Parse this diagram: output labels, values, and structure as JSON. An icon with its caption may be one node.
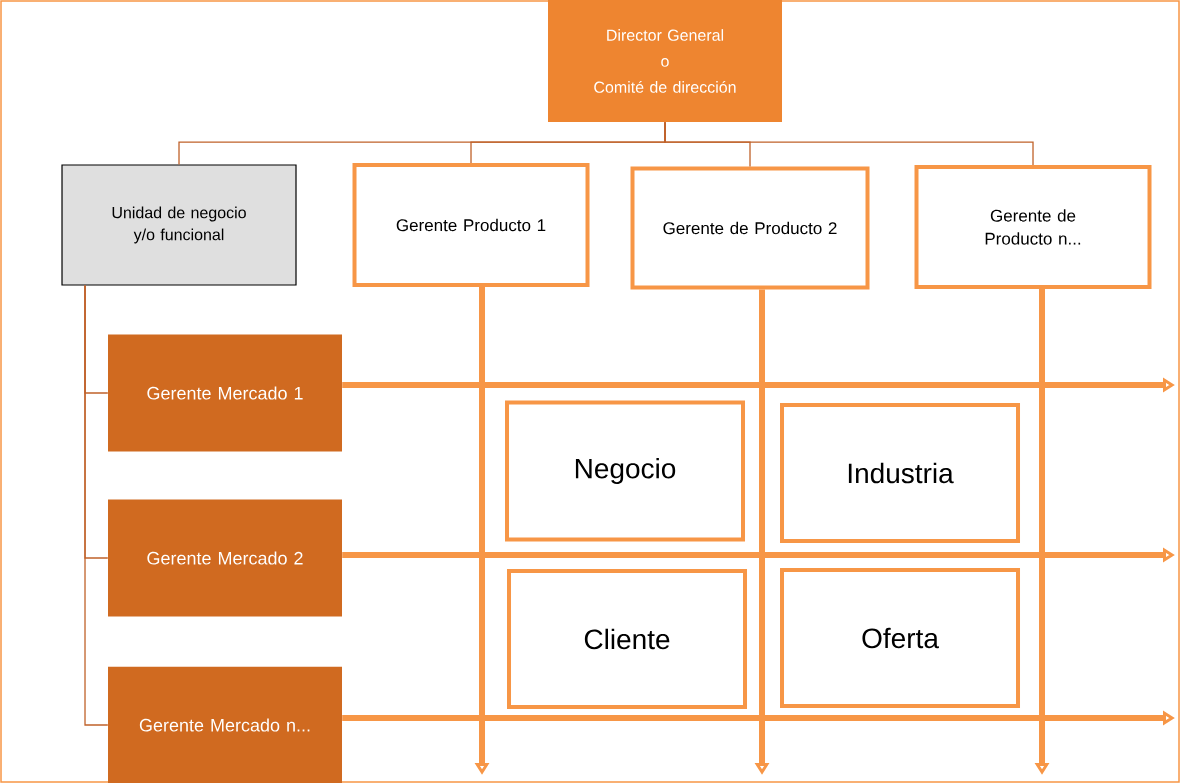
{
  "diagram": {
    "nodes": [
      {
        "text": [
          "Director General",
          "o",
          "Comité de dirección"
        ]
      },
      {
        "text": [
          "Unidad de negocio y/o funcional"
        ]
      },
      {
        "text": [
          "Gerente Producto 1"
        ]
      },
      {
        "text": [
          "Gerente de Producto 2"
        ]
      },
      {
        "text": [
          "Gerente de Producto n..."
        ]
      },
      {
        "text": [
          "Gerente Mercado 1"
        ]
      },
      {
        "text": [
          "Gerente Mercado 2"
        ]
      },
      {
        "text": [
          "Gerente Mercado n..."
        ]
      },
      {
        "text": [
          "Negocio"
        ]
      },
      {
        "text": [
          "Industria"
        ]
      },
      {
        "text": [
          "Cliente"
        ]
      },
      {
        "text": [
          "Oferta"
        ]
      }
    ],
    "edges": [
      {
        "from": 0,
        "to": 1,
        "arrow": "none"
      },
      {
        "from": 0,
        "to": 2,
        "arrow": "none"
      },
      {
        "from": 0,
        "to": 3,
        "arrow": "none"
      },
      {
        "from": 0,
        "to": 4,
        "arrow": "none"
      },
      {
        "from": 1,
        "to": 5,
        "arrow": "none"
      },
      {
        "from": 1,
        "to": 6,
        "arrow": "none"
      },
      {
        "from": 1,
        "to": 7,
        "arrow": "none"
      },
      {
        "from": 2,
        "to": null,
        "arrow": "to",
        "style": "thick",
        "color": "#f79646"
      },
      {
        "from": 3,
        "to": null,
        "arrow": "to",
        "style": "thick",
        "color": "#f79646"
      },
      {
        "from": 4,
        "to": null,
        "arrow": "to",
        "style": "thick",
        "color": "#f79646"
      },
      {
        "from": 5,
        "to": null,
        "arrow": "to",
        "style": "thick",
        "color": "#f79646"
      },
      {
        "from": 6,
        "to": null,
        "arrow": "to",
        "style": "thick",
        "color": "#f79646"
      },
      {
        "from": 7,
        "to": null,
        "arrow": "to",
        "style": "thick",
        "color": "#f79646"
      }
    ]
  }
}
